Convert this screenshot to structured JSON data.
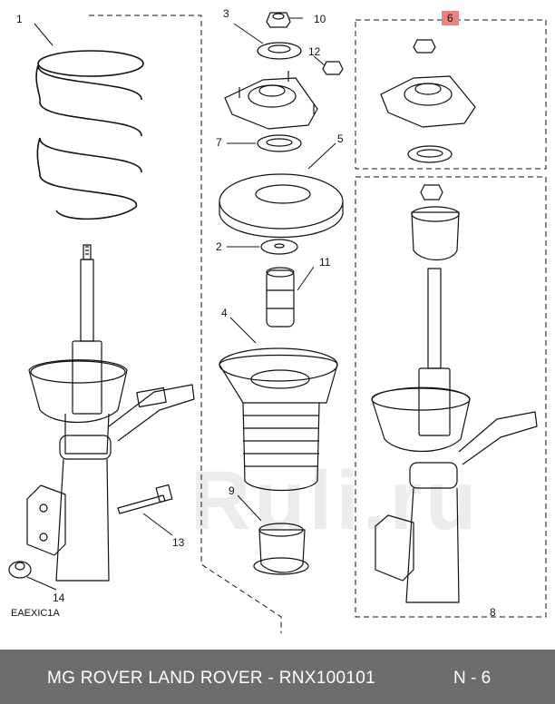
{
  "callouts": {
    "c1": "1",
    "c2": "2",
    "c3": "3",
    "c4": "4",
    "c5": "5",
    "c6": "6",
    "c7": "7",
    "c8": "8",
    "c9": "9",
    "c10": "10",
    "c11": "11",
    "c12": "12",
    "c13": "13",
    "c14": "14"
  },
  "diagram_code": "EAEXIC1A",
  "watermark": "Ruli.ru",
  "footer": {
    "title": "MG ROVER LAND ROVER - RNX100101",
    "page": "N - 6",
    "background": "#6d6d6d"
  },
  "highlight_color": "#f08080"
}
